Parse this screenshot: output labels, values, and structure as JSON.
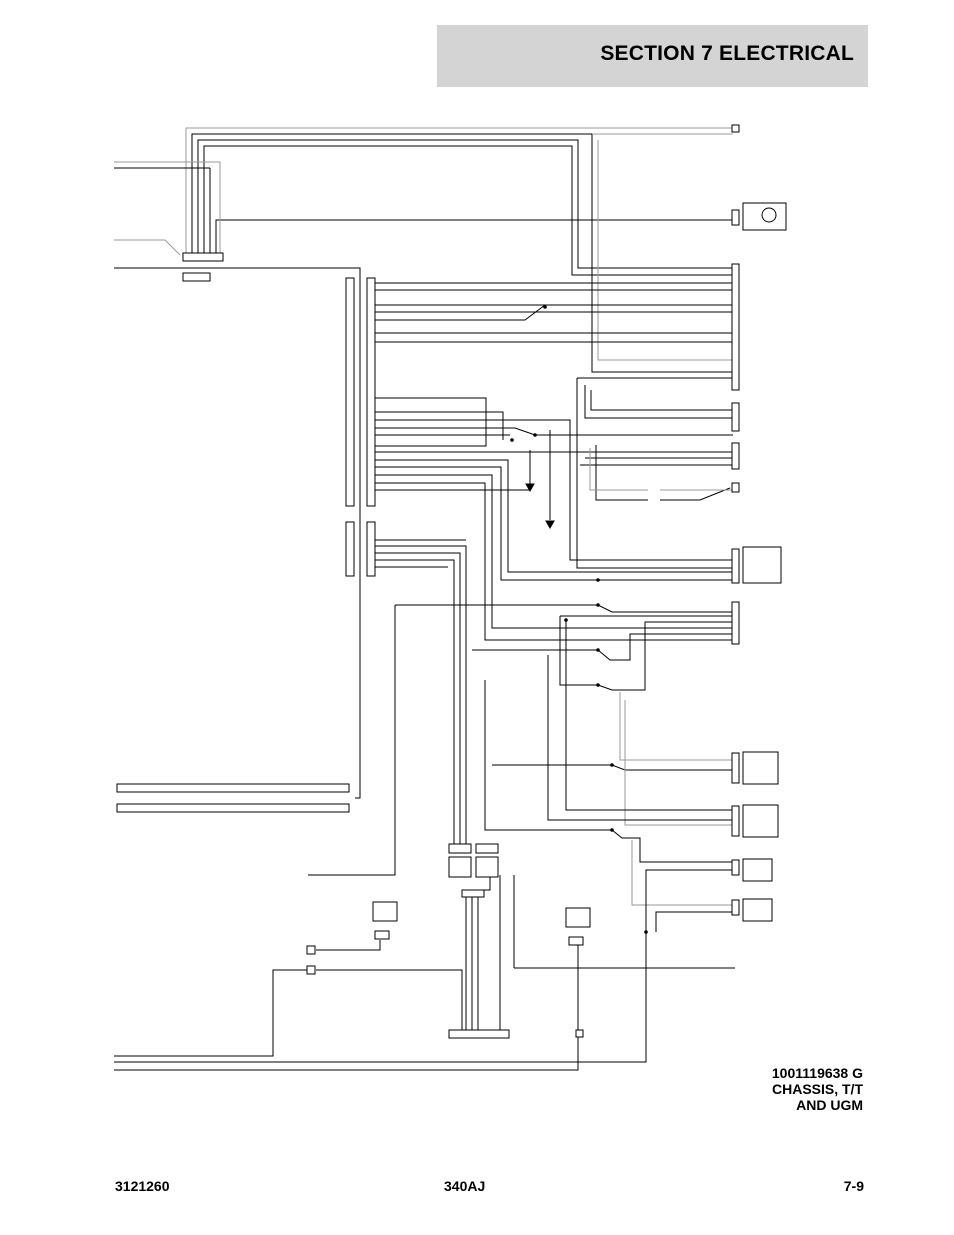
{
  "header": {
    "title": "SECTION 7   ELECTRICAL"
  },
  "caption": {
    "line1": "1001119638 G",
    "line2": "CHASSIS, T/T",
    "line3": "AND UGM"
  },
  "footer": {
    "left": "3121260",
    "center": "340AJ",
    "right": "7-9"
  },
  "colors": {
    "header_bg": "#d4d4d4",
    "wire": "#000000",
    "wire_gray": "#9a9a9a"
  }
}
